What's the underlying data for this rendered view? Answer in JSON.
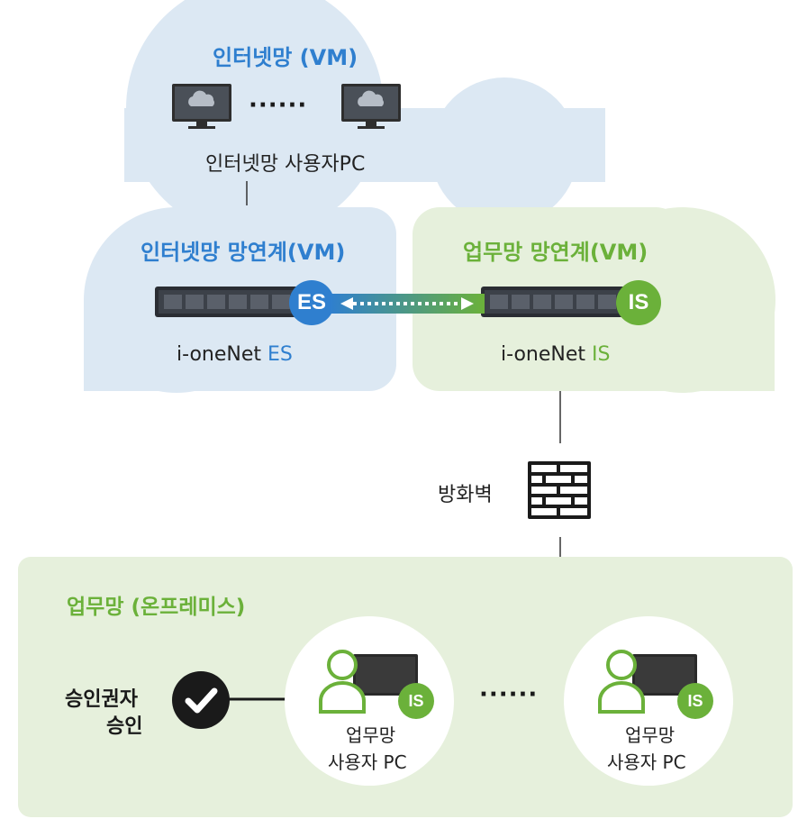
{
  "internet_cloud": {
    "title": "인터넷망 (VM)",
    "pc_caption": "인터넷망 사용자PC",
    "dots": "······"
  },
  "es_gateway": {
    "title": "인터넷망 망연계(VM)",
    "badge": "ES",
    "name_prefix": "i-oneNet ",
    "name_suffix": "ES"
  },
  "is_gateway": {
    "title": "업무망 망연계(VM)",
    "badge": "IS",
    "name_prefix": "i-oneNet ",
    "name_suffix": "IS"
  },
  "firewall": {
    "label": "방화벽"
  },
  "onprem": {
    "title": "업무망 (온프레미스)",
    "approver_line1": "승인권자",
    "approver_line2": "승인",
    "pc1_line1": "업무망",
    "pc1_line2": "사용자 PC",
    "pc2_line1": "업무망",
    "pc2_line2": "사용자 PC",
    "pc_badge": "IS",
    "dots": "······"
  },
  "colors": {
    "blue": "#2f7fcf",
    "green": "#6bb13a",
    "blue_bg": "#dce8f3",
    "green_bg": "#e6f0dc"
  }
}
